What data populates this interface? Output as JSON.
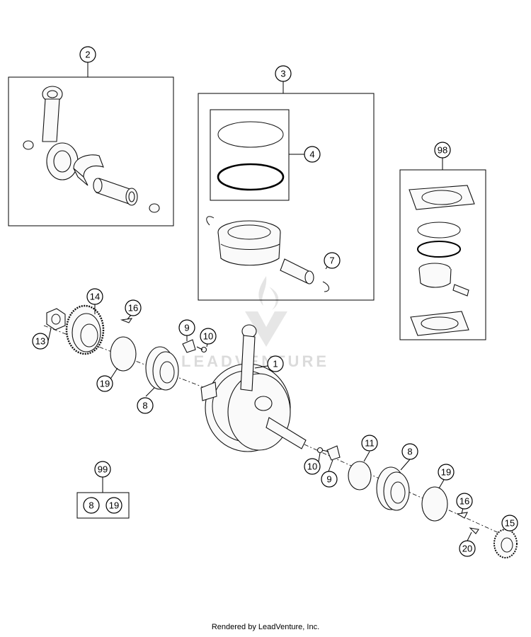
{
  "watermark": "LEADVENTURE",
  "footer": "Rendered by LeadVenture, Inc.",
  "callouts": {
    "c2": "2",
    "c3": "3",
    "c4": "4",
    "c7": "7",
    "c98": "98",
    "c14": "14",
    "c16a": "16",
    "c13": "13",
    "c9a": "9",
    "c10a": "10",
    "c1": "1",
    "c19a": "19",
    "c8a": "8",
    "c11": "11",
    "c8b": "8",
    "c19b": "19",
    "c10b": "10",
    "c9b": "9",
    "c16b": "16",
    "c15": "15",
    "c20": "20",
    "c99": "99",
    "c99a": "8",
    "c99b": "19"
  }
}
